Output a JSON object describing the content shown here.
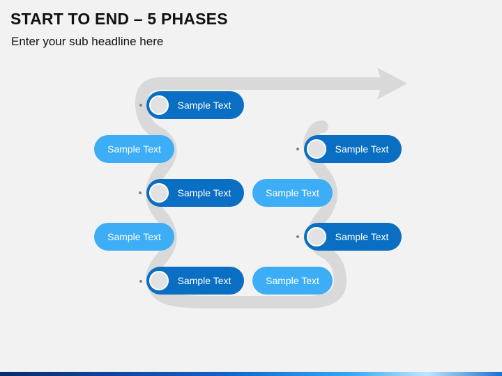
{
  "header": {
    "title": "START TO END – 5 PHASES",
    "subtitle": "Enter your sub headline here"
  },
  "colors": {
    "path": "#d9d9d9",
    "dark_pill": "#0a6fc2",
    "light_pill": "#3daef6",
    "circle": "#e2e2e2",
    "dot": "#7f7f7f"
  },
  "left_column": [
    {
      "style": "dark",
      "text": "Sample Text"
    },
    {
      "style": "light",
      "text": "Sample Text"
    },
    {
      "style": "dark",
      "text": "Sample Text"
    },
    {
      "style": "light",
      "text": "Sample Text"
    },
    {
      "style": "dark",
      "text": "Sample Text"
    }
  ],
  "right_column": [
    {
      "style": "dark",
      "text": "Sample Text"
    },
    {
      "style": "light",
      "text": "Sample Text"
    },
    {
      "style": "dark",
      "text": "Sample Text"
    },
    {
      "style": "light",
      "text": "Sample Text"
    }
  ]
}
